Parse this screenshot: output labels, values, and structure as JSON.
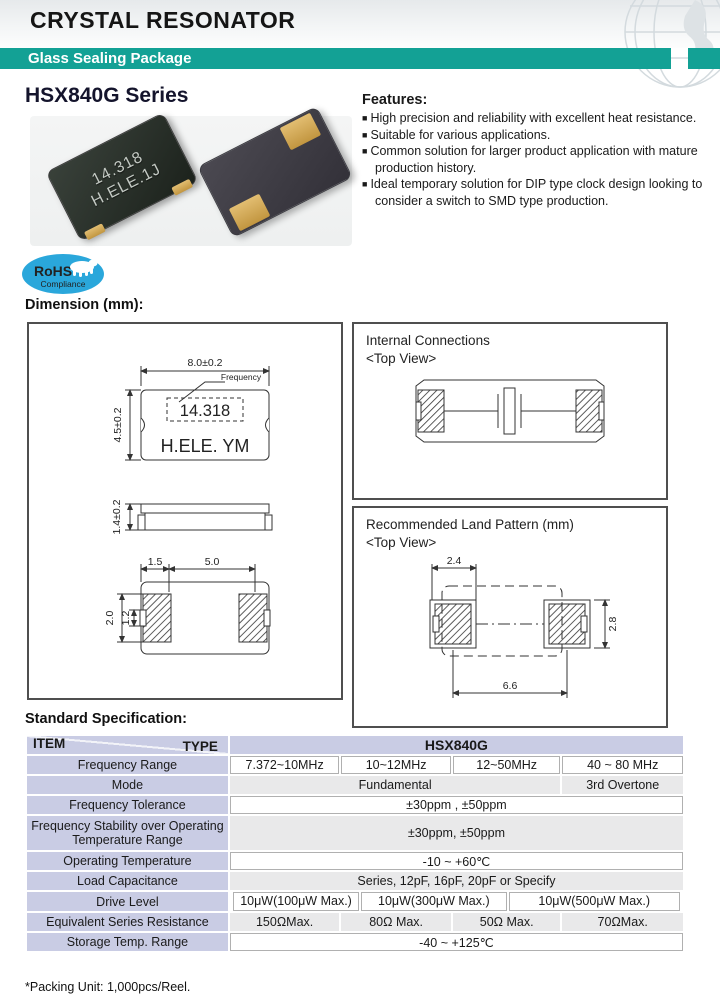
{
  "page": {
    "title": "CRYSTAL RESONATOR",
    "package_bar": "Glass Sealing Package",
    "series_title": "HSX840G Series",
    "packing_note": "*Packing Unit: 1,000pcs/Reel."
  },
  "colors": {
    "teal": "#13a195",
    "lavender": "#c9cce4",
    "row_gray": "#e9e9ea",
    "rohs_blue": "#2aa7db",
    "gold_pad": "#d3a855",
    "crystal_body": "#22281f"
  },
  "product_photo": {
    "marking_line1": "14.318",
    "marking_line2": "H.ELE.1J"
  },
  "rohs": {
    "line1": "RoHS",
    "line2": "Compliance"
  },
  "features": {
    "heading": "Features:",
    "items": [
      "High precision and reliability with excellent heat resistance.",
      "Suitable for various applications.",
      "Common solution for larger product application with mature production history.",
      "Ideal temporary solution for DIP type clock design looking to consider a switch to SMD type production."
    ]
  },
  "dimension": {
    "heading": "Dimension (mm):",
    "top_view": {
      "width_label": "8.0±0.2",
      "height_label": "4.5±0.2",
      "freq_pointer_label": "Frequency",
      "marking_freq": "14.318",
      "marking_code": "H.ELE. YM"
    },
    "side_view": {
      "thickness_label": "1.4±0.2"
    },
    "bottom_view": {
      "pad_width_label": "1.5",
      "pad_pitch_label": "5.0",
      "pad_height_label": "2.0",
      "notch_label": "1.2"
    }
  },
  "internal_connections": {
    "title": "Internal Connections",
    "subtitle": "<Top View>"
  },
  "land_pattern": {
    "title": "Recommended Land Pattern (mm)",
    "subtitle": "<Top View>",
    "pad_width_label": "2.4",
    "pad_height_label": "2.8",
    "span_label": "6.6"
  },
  "spec_table": {
    "heading": "Standard Specification:",
    "corner": {
      "type_label": "TYPE",
      "item_label": "ITEM"
    },
    "type_header": "HSX840G",
    "rows": [
      {
        "label": "Frequency Range",
        "shade": "w",
        "cells": [
          {
            "text": "7.372~10MHz",
            "span": 1
          },
          {
            "text": "10~12MHz",
            "span": 1
          },
          {
            "text": "12~50MHz",
            "span": 1
          },
          {
            "text": "40 ~ 80 MHz",
            "span": 1
          }
        ]
      },
      {
        "label": "Mode",
        "shade": "g",
        "cells": [
          {
            "text": "Fundamental",
            "span": 3
          },
          {
            "text": "3rd Overtone",
            "span": 1
          }
        ]
      },
      {
        "label": "Frequency Tolerance",
        "shade": "w",
        "cells": [
          {
            "text": "±30ppm , ±50ppm",
            "span": 4
          }
        ]
      },
      {
        "label": "Frequency Stability over Operating Temperature Range",
        "shade": "g",
        "tall": true,
        "cells": [
          {
            "text": "±30ppm, ±50ppm",
            "span": 4
          }
        ]
      },
      {
        "label": "Operating Temperature",
        "shade": "w",
        "cells": [
          {
            "text": "-10 ~ +60℃",
            "span": 4
          }
        ]
      },
      {
        "label": "Load Capacitance",
        "shade": "g",
        "cells": [
          {
            "text": "Series, 12pF, 16pF, 20pF or Specify",
            "span": 4
          }
        ]
      },
      {
        "label": "Drive Level",
        "shade": "w",
        "custom": true,
        "cells": [
          {
            "text": "10μW(100μW Max.)",
            "w": "28.5%"
          },
          {
            "text": "10μW(300μW Max.)",
            "w": "32.8%"
          },
          {
            "text": "10μW(500μW Max.)",
            "w": "38.7%"
          }
        ]
      },
      {
        "label": "Equivalent Series Resistance",
        "shade": "g",
        "cells": [
          {
            "text": "150ΩMax.",
            "span": 1
          },
          {
            "text": "80Ω Max.",
            "span": 1
          },
          {
            "text": "50Ω Max.",
            "span": 1
          },
          {
            "text": "70ΩMax.",
            "span": 1
          }
        ]
      },
      {
        "label": "Storage Temp. Range",
        "shade": "w",
        "cells": [
          {
            "text": "-40 ~ +125℃",
            "span": 4
          }
        ]
      }
    ]
  }
}
